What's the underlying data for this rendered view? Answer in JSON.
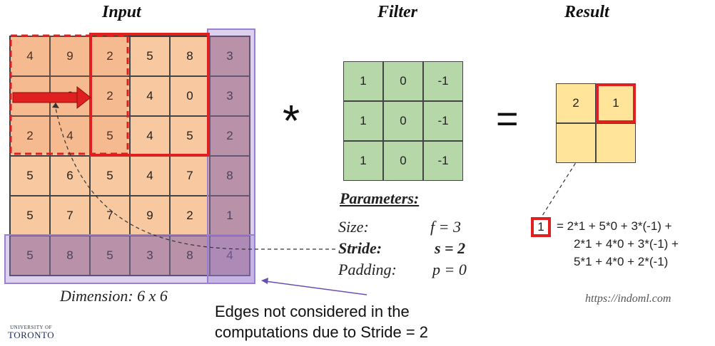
{
  "titles": {
    "input": "Input",
    "filter": "Filter",
    "result": "Result"
  },
  "input_matrix": [
    [
      "4",
      "9",
      "2",
      "5",
      "8",
      "3"
    ],
    [
      "",
      "6",
      "2",
      "4",
      "0",
      "3"
    ],
    [
      "2",
      "4",
      "5",
      "4",
      "5",
      "2"
    ],
    [
      "5",
      "6",
      "5",
      "4",
      "7",
      "8"
    ],
    [
      "5",
      "7",
      "7",
      "9",
      "2",
      "1"
    ],
    [
      "5",
      "8",
      "5",
      "3",
      "8",
      "4"
    ]
  ],
  "filter_matrix": [
    [
      "1",
      "0",
      "-1"
    ],
    [
      "1",
      "0",
      "-1"
    ],
    [
      "1",
      "0",
      "-1"
    ]
  ],
  "result_matrix": [
    [
      "2",
      "1"
    ],
    [
      "",
      ""
    ]
  ],
  "operators": {
    "convolve": "*",
    "equals": "="
  },
  "parameters": {
    "heading": "Parameters:",
    "size_label": "Size:",
    "size_value": "f = 3",
    "stride_label": "Stride:",
    "stride_value": "s = 2",
    "padding_label": "Padding:",
    "padding_value": "p = 0"
  },
  "dimension_label": "Dimension: 6 x 6",
  "equation": {
    "highlight_value": "1",
    "line1": "= 2*1 + 5*0 + 3*(-1) +",
    "line2": "2*1 + 4*0 + 3*(-1) +",
    "line3": "5*1 + 4*0 + 2*(-1)"
  },
  "source_url": "https://indoml.com",
  "edges_note": {
    "line1": "Edges not considered in the",
    "line2": "computations due to Stride = 2"
  },
  "logo": {
    "top": "UNIVERSITY OF",
    "bottom": "TORONTO"
  },
  "colors": {
    "input_cell": "#f8c9a0",
    "edge_cell": "#c99c92",
    "edge_highlight": "#9b7fd0",
    "filter_cell": "#b6d7a8",
    "result_cell": "#ffe49a",
    "accent_red": "#e02020"
  }
}
